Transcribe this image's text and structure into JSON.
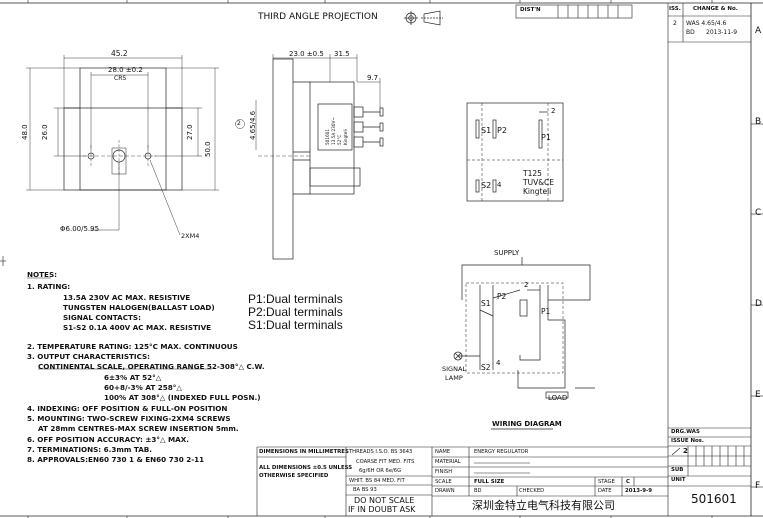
{
  "header": {
    "projection": "THIRD ANGLE PROJECTION",
    "distn": "DIST'N",
    "iss": "ISS.",
    "change_no": "CHANGE & No.",
    "rev_num": "2",
    "rev_text": "WAS 4.65/4.6",
    "rev_by": "BD",
    "rev_date": "2013-11-9"
  },
  "zones": [
    "A",
    "B",
    "C",
    "D",
    "E",
    "F"
  ],
  "front_view": {
    "dim_width": "45.2",
    "dim_hole": "28.0 ±0.2",
    "dim_crs": "CRS",
    "dim_26": "26.0",
    "dim_27": "27.0",
    "dim_48": "48.0",
    "dim_50": "50.0",
    "dim_shaft": "Φ6.00/5.95",
    "screws": "2XM4"
  },
  "side_view": {
    "dim_23": "23.0 ±0.5",
    "dim_31": "31.5",
    "dim_97": "9.7",
    "dim_465": "4.65/4.6",
    "rev_marker": "2",
    "label_lines": [
      "501601",
      "13.5A 230V~",
      "52°C",
      "Kingteli"
    ]
  },
  "rear_view": {
    "s1": "S1",
    "p2": "P2",
    "p1": "P1",
    "s2": "S2",
    "num2": "2",
    "num4": "4",
    "cert": [
      "T125",
      "TUV&CE",
      "Kingteli"
    ]
  },
  "wiring": {
    "supply": "SUPPLY",
    "load": "LOAD",
    "signal_lamp": [
      "SIGNAL",
      "LAMP"
    ],
    "s1": "S1",
    "p2": "P2",
    "p1": "P1",
    "s2": "S2",
    "num2": "2",
    "num4": "4",
    "title": "WIRING DIAGRAM"
  },
  "notes": {
    "heading": "NOTES:",
    "lines": [
      "1. RATING:",
      "13.5A 230V AC MAX. RESISTIVE",
      "TUNGSTEN HALOGEN(BALLAST LOAD)",
      "SIGNAL CONTACTS:",
      "S1-S2 0.1A 400V AC MAX. RESISTIVE",
      "2. TEMPERATURE RATING: 125°C MAX. CONTINUOUS",
      "3. OUTPUT CHARACTERISTICS:",
      "CONTINENTAL SCALE, OPERATING RANGE 52-308°△ C.W.",
      "6±3% AT 52°△",
      "60+8/-3% AT 258°△",
      "100% AT 308°△ (INDEXED FULL POSN.)",
      "4. INDEXING: OFF POSITION & FULL-ON POSITION",
      "5. MOUNTING: TWO-SCREW FIXING-2XM4 SCREWS",
      "AT 28mm CENTRES-MAX SCREW INSERTION 5mm.",
      "6. OFF POSITION ACCURACY: ±3°△ MAX.",
      "7. TERMINATIONS: 6.3mm TAB.",
      "8. APPROVALS:EN60 730 1 & EN60 730 2-11"
    ]
  },
  "legend": [
    "P1:Dual terminals",
    "P2:Dual terminals",
    "S1:Dual terminals"
  ],
  "title_block": {
    "dims_mm": "DIMENSIONS IN MILLIMETRES",
    "all_dims": "ALL DIMENSIONS ±0.5 UNLESS",
    "otherwise": "OTHERWISE SPECIFIED",
    "threads1": "THREADS I.S.O. BS 3643",
    "threads2": "COARSE FIT MED. FITS",
    "threads3": "6g/6H OR 6e/6G",
    "whit": "WHIT. BS 84 MED. FIT",
    "ba": "BA BS 93",
    "dont_scale1": "DO NOT SCALE",
    "dont_scale2": "IF IN DOUBT ASK",
    "name_label": "NAME",
    "name_value": "ENERGY REGULATOR",
    "material_label": "MATERIAL",
    "finish_label": "FINISH",
    "scale_label": "SCALE",
    "scale_value": "FULL SIZE",
    "stage_label": "STAGE",
    "stage_value": "C",
    "drawn_label": "DRAWN",
    "drawn_value": "BD",
    "checked_label": "CHECKED",
    "date_label": "DATE",
    "date_value": "2013-9-9",
    "company": "深圳金特立电气科技有限公司",
    "drg_was": "DRG.WAS",
    "issue_nos": "ISSUE Nos.",
    "issue_val": "2",
    "sub": "SUB",
    "unit": "UNIT",
    "drg_no": "501601"
  }
}
